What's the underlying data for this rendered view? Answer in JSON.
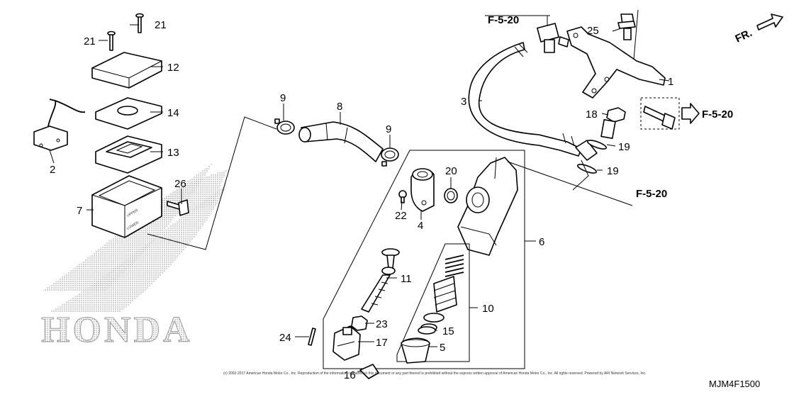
{
  "diagram": {
    "diagram_code": "MJM4F1500",
    "brand_watermark": "HONDA",
    "direction_label": "FR.",
    "reference_labels": [
      "F-5-20",
      "F-5-20",
      "F-5-20"
    ],
    "copyright": "(c) 2002-2017 American Honda Motor Co., Inc. Reproduction of the information contained in this document or any part thereof is prohibited without the express written approval of American Honda Motor Co., Inc. All rights reserved. Powered by ARI Network Services, Inc.",
    "callouts": {
      "c1": "1",
      "c2": "2",
      "c3": "3",
      "c4": "4",
      "c5": "5",
      "c6": "6",
      "c7": "7",
      "c8": "8",
      "c9a": "9",
      "c9b": "9",
      "c10": "10",
      "c11": "11",
      "c12": "12",
      "c13": "13",
      "c14": "14",
      "c15": "15",
      "c16": "16",
      "c17": "17",
      "c18": "18",
      "c19a": "19",
      "c19b": "19",
      "c20": "20",
      "c21a": "21",
      "c21b": "21",
      "c22": "22",
      "c23": "23",
      "c24": "24",
      "c25": "25",
      "c26": "26"
    }
  }
}
